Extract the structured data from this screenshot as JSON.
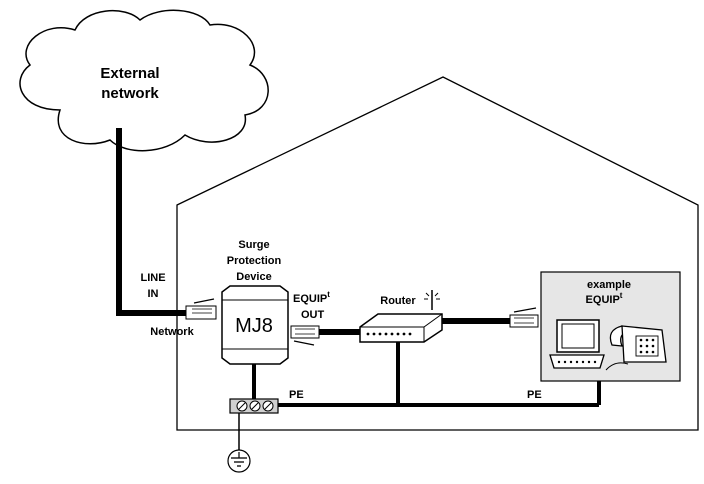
{
  "cloud": {
    "line1": "External",
    "line2": "network"
  },
  "spd": {
    "title1": "Surge",
    "title2": "Protection",
    "title3": "Device",
    "model": "MJ8"
  },
  "line_in": {
    "line1": "LINE",
    "line2": "IN",
    "port": "Network"
  },
  "equip_out": {
    "line1": "EQUIP",
    "sup": "t",
    "line2": "OUT"
  },
  "router": {
    "label": "Router"
  },
  "example": {
    "line1": "example",
    "line2": "EQUIP",
    "sup": "t"
  },
  "pe": {
    "left": "PE",
    "right": "PE"
  },
  "colors": {
    "ink": "#000000",
    "panel": "#e6e6e6",
    "background": "#ffffff"
  }
}
